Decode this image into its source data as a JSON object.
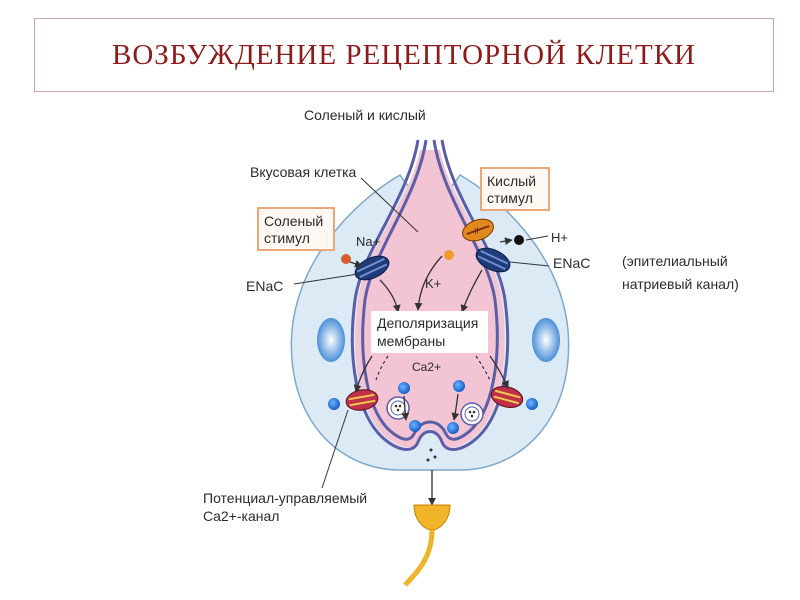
{
  "title": "ВОЗБУЖДЕНИЕ РЕЦЕПТОРНОЙ КЛЕТКИ",
  "labels": {
    "salty_sour": "Соленый и кислый",
    "taste_cell": "Вкусовая клетка",
    "salty_stimulus_l1": "Соленый",
    "salty_stimulus_l2": "стимул",
    "sour_stimulus_l1": "Кислый",
    "sour_stimulus_l2": "стимул",
    "na": "Na+",
    "h": "H+",
    "k": "K+",
    "enac_left": "ENaC",
    "enac_right": "ENaC",
    "epithelial_l1": "(эпителиальный",
    "epithelial_l2": "натриевый канал)",
    "depol_l1": "Деполяризация",
    "depol_l2": "мембраны",
    "ca": "Ca2+",
    "voltage_l1": "Потенциал-управляемый",
    "voltage_l2": "Ca2+-канал"
  },
  "colors": {
    "title": "#8e1b1b",
    "cell_fill": "#f3c4d4",
    "outer_fill": "#dbeaf5",
    "membrane": "#5b5ea6",
    "stimulus_box": "#e8a87c",
    "nerve": "#f0b429"
  }
}
